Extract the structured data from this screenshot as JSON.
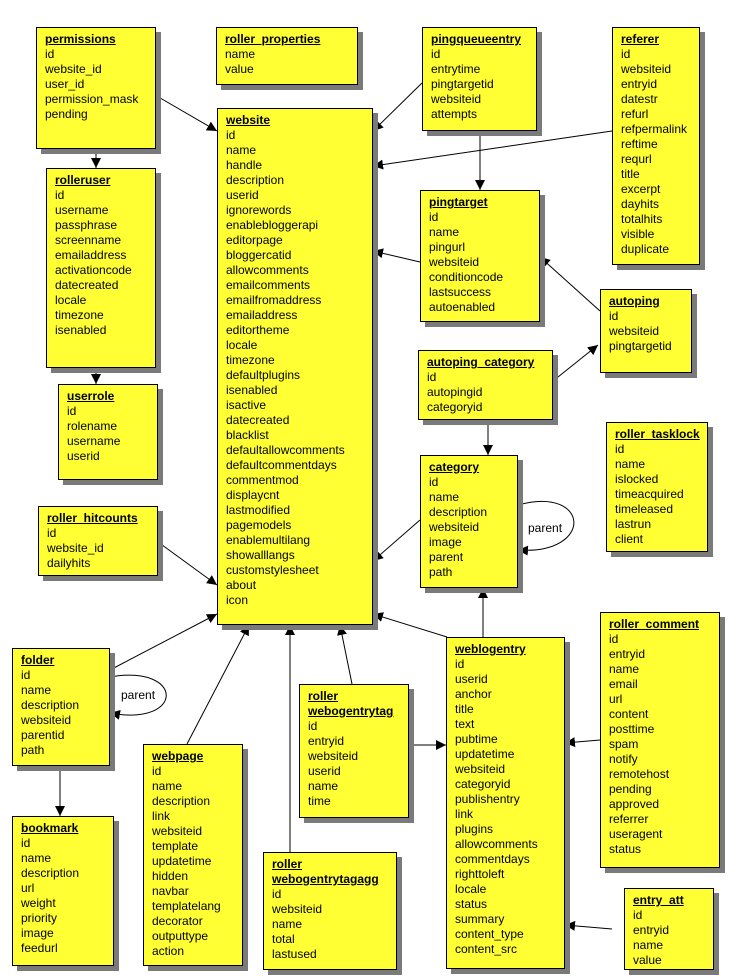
{
  "entities": [
    {
      "key": "permissions",
      "title": "permissions",
      "fields": [
        "id",
        "website_id",
        "user_id",
        "permission_mask",
        "pending"
      ]
    },
    {
      "key": "roller_properties",
      "title": "roller_properties",
      "fields": [
        "name",
        "value"
      ]
    },
    {
      "key": "pingqueueentry",
      "title": "pingqueueentry",
      "fields": [
        "id",
        "entrytime",
        "pingtargetid",
        "websiteid",
        "attempts"
      ]
    },
    {
      "key": "referer",
      "title": "referer",
      "fields": [
        "id",
        "websiteid",
        "entryid",
        "datestr",
        "refurl",
        "refpermalink",
        "reftime",
        "requrl",
        "title",
        "excerpt",
        "dayhits",
        "totalhits",
        "visible",
        "duplicate"
      ]
    },
    {
      "key": "rolleruser",
      "title": "rolleruser",
      "fields": [
        "id",
        "username",
        "passphrase",
        "screenname",
        "emailaddress",
        "activationcode",
        "datecreated",
        "locale",
        "timezone",
        "isenabled"
      ]
    },
    {
      "key": "website",
      "title": "website",
      "fields": [
        "id",
        "name",
        "handle",
        "description",
        "userid",
        "ignorewords",
        "enablebloggerapi",
        "editorpage",
        "bloggercatid",
        "allowcomments",
        "emailcomments",
        "emailfromaddress",
        "emailaddress",
        "editortheme",
        "locale",
        "timezone",
        "defaultplugins",
        "isenabled",
        "isactive",
        "datecreated",
        "blacklist",
        "defaultallowcomments",
        "defaultcommentdays",
        "commentmod",
        "displaycnt",
        "lastmodified",
        "pagemodels",
        "enablemultilang",
        "showalllangs",
        "customstylesheet",
        "about",
        "icon"
      ]
    },
    {
      "key": "pingtarget",
      "title": "pingtarget",
      "fields": [
        "id",
        "name",
        "pingurl",
        "websiteid",
        "conditioncode",
        "lastsuccess",
        "autoenabled"
      ]
    },
    {
      "key": "autoping",
      "title": "autoping",
      "fields": [
        "id",
        "websiteid",
        "pingtargetid"
      ]
    },
    {
      "key": "autoping_category",
      "title": "autoping_category",
      "fields": [
        "id",
        "autopingid",
        "categoryid"
      ]
    },
    {
      "key": "userrole",
      "title": "userrole",
      "fields": [
        "id",
        "rolename",
        "username",
        "userid"
      ]
    },
    {
      "key": "roller_tasklock",
      "title": "roller_tasklock",
      "fields": [
        "id",
        "name",
        "islocked",
        "timeacquired",
        "timeleased",
        "lastrun",
        "client"
      ]
    },
    {
      "key": "roller_hitcounts",
      "title": "roller_hitcounts",
      "fields": [
        "id",
        "website_id",
        "dailyhits"
      ]
    },
    {
      "key": "category",
      "title": "category",
      "fields": [
        "id",
        "name",
        "description",
        "websiteid",
        "image",
        "parent",
        "path"
      ]
    },
    {
      "key": "roller_comment",
      "title": "roller_comment",
      "fields": [
        "id",
        "entryid",
        "name",
        "email",
        "url",
        "content",
        "posttime",
        "spam",
        "notify",
        "remotehost",
        "pending",
        "approved",
        "referrer",
        "useragent",
        "status"
      ]
    },
    {
      "key": "folder",
      "title": "folder",
      "fields": [
        "id",
        "name",
        "description",
        "websiteid",
        "parentid",
        "path"
      ]
    },
    {
      "key": "weblogentry",
      "title": "weblogentry",
      "fields": [
        "id",
        "userid",
        "anchor",
        "title",
        "text",
        "pubtime",
        "updatetime",
        "websiteid",
        "categoryid",
        "publishentry",
        "link",
        "plugins",
        "allowcomments",
        "commentdays",
        "righttoleft",
        "locale",
        "status",
        "summary",
        "content_type",
        "content_src"
      ]
    },
    {
      "key": "roller_webogentrytag",
      "title": "roller\nwebogentrytag",
      "fields": [
        "id",
        "entryid",
        "websiteid",
        "userid",
        "name",
        "time"
      ]
    },
    {
      "key": "webpage",
      "title": "webpage",
      "fields": [
        "id",
        "name",
        "description",
        "link",
        "websiteid",
        "template",
        "updatetime",
        "hidden",
        "navbar",
        "templatelang",
        "decorator",
        "outputtype",
        "action"
      ]
    },
    {
      "key": "bookmark",
      "title": "bookmark",
      "fields": [
        "id",
        "name",
        "description",
        "url",
        "weight",
        "priority",
        "image",
        "feedurl"
      ]
    },
    {
      "key": "roller_webogentrytagagg",
      "title": "roller\nwebogentrytagagg",
      "fields": [
        "id",
        "websiteid",
        "name",
        "total",
        "lastused"
      ]
    },
    {
      "key": "entry_att",
      "title": "entry_att",
      "fields": [
        "id",
        "entryid",
        "name",
        "value"
      ]
    }
  ],
  "edge_labels": {
    "category_parent": "parent",
    "folder_parent": "parent"
  }
}
